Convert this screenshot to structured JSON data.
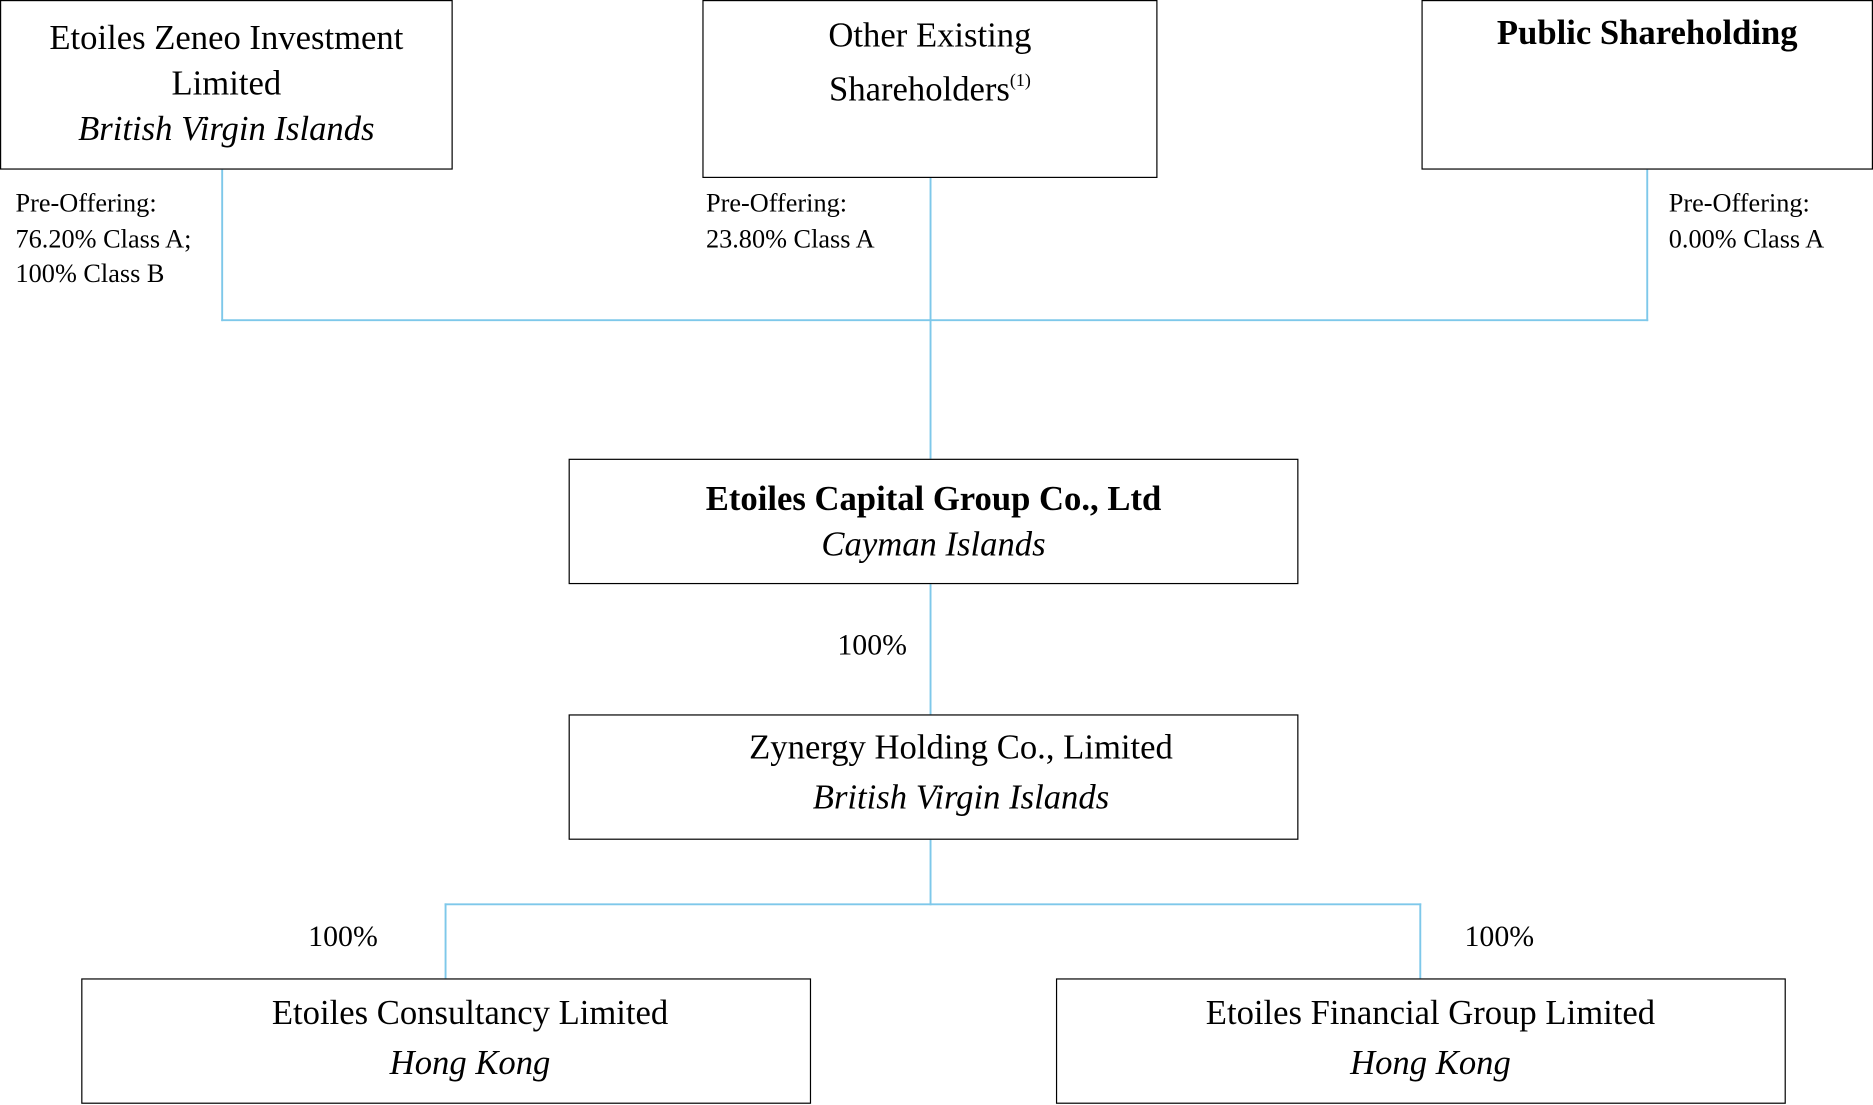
{
  "colors": {
    "connector": "#7ec8ea",
    "box_border": "#000000",
    "text": "#000000",
    "background": "#ffffff"
  },
  "shareholders": {
    "zeneo": {
      "name_line1": "Etoiles Zeneo Investment",
      "name_line2": "Limited",
      "jurisdiction": "British Virgin Islands",
      "holding": {
        "heading": "Pre-Offering:",
        "line1": "76.20% Class A;",
        "line2": "100% Class B"
      }
    },
    "other_existing": {
      "name_line1": "Other Existing",
      "name_line2": "Shareholders",
      "footnote_marker": "(1)",
      "holding": {
        "heading": "Pre-Offering:",
        "line1": "23.80% Class A"
      }
    },
    "public": {
      "name": "Public Shareholding",
      "holding": {
        "heading": "Pre-Offering:",
        "line1": "0.00% Class A"
      }
    }
  },
  "entities": {
    "capital_group": {
      "name": "Etoiles Capital Group Co., Ltd",
      "jurisdiction": "Cayman Islands"
    },
    "zynergy": {
      "name": "Zynergy Holding Co., Limited",
      "jurisdiction": "British Virgin Islands",
      "ownership_label": "100%"
    },
    "consultancy": {
      "name": "Etoiles Consultancy Limited",
      "jurisdiction": "Hong Kong",
      "ownership_label": "100%"
    },
    "financial_group": {
      "name": "Etoiles Financial Group Limited",
      "jurisdiction": "Hong Kong",
      "ownership_label": "100%"
    }
  }
}
